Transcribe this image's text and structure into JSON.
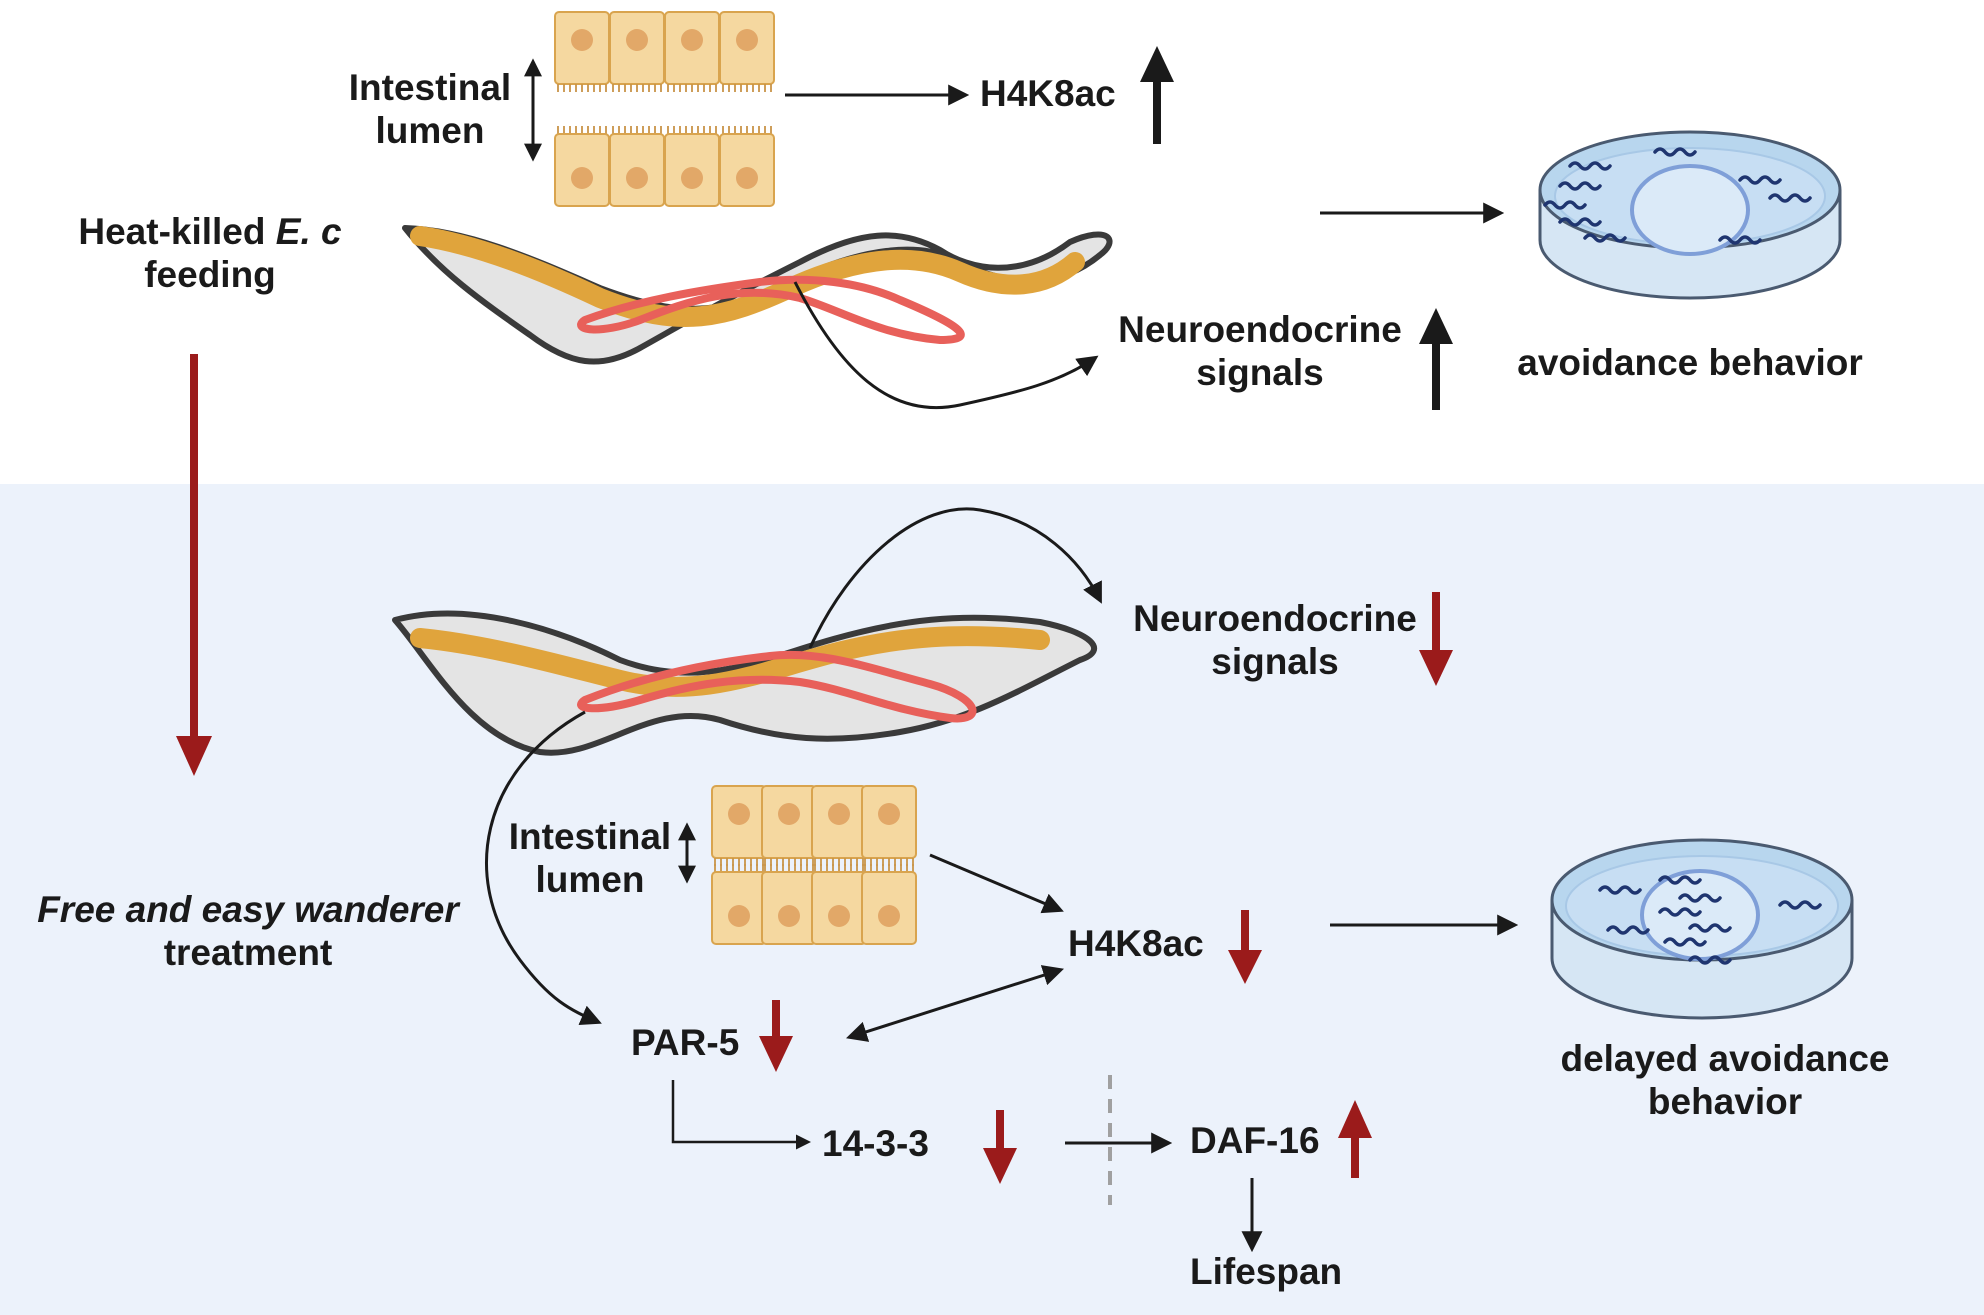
{
  "colors": {
    "background_top": "#ffffff",
    "background_bottom": "#ecf2fb",
    "up_arrow": "#1a1a1a",
    "down_arrow": "#9b1b1b",
    "red_up_arrow": "#9b1b1b",
    "cell_fill": "#f5d8a0",
    "cell_nucleus": "#e2a868",
    "worm_body": "#e0e0e0",
    "worm_gut": "#e0a43c",
    "worm_gonad": "#e8605a"
  },
  "top_panel": {
    "intestinal_lumen_line1": "Intestinal",
    "intestinal_lumen_line2": "lumen",
    "h4k8ac": "H4K8ac",
    "heat_killed_line1": "Heat-killed ",
    "heat_killed_italic": "E. c",
    "heat_killed_line2": "feeding",
    "neuroendocrine_line1": "Neuroendocrine",
    "neuroendocrine_line2": "signals",
    "avoidance": "avoidance behavior",
    "icons": [
      "intestinal-cells-icon",
      "worm-icon",
      "petri-dish-icon",
      "up-arrow-icon"
    ]
  },
  "bottom_panel": {
    "free_easy_italic": "Free and easy wanderer",
    "treatment": "treatment",
    "neuroendocrine_line1": "Neuroendocrine",
    "neuroendocrine_line2": "signals",
    "intestinal_lumen_line1": "Intestinal",
    "intestinal_lumen_line2": "lumen",
    "h4k8ac": "H4K8ac",
    "par5": "PAR-5",
    "protein_1433": "14-3-3",
    "daf16": "DAF-16",
    "lifespan": "Lifespan",
    "delayed_line1": "delayed avoidance",
    "delayed_line2": "behavior",
    "icons": [
      "worm-icon",
      "intestinal-cells-icon",
      "petri-dish-icon",
      "down-arrow-icon",
      "inhibition-dashed-line"
    ]
  }
}
